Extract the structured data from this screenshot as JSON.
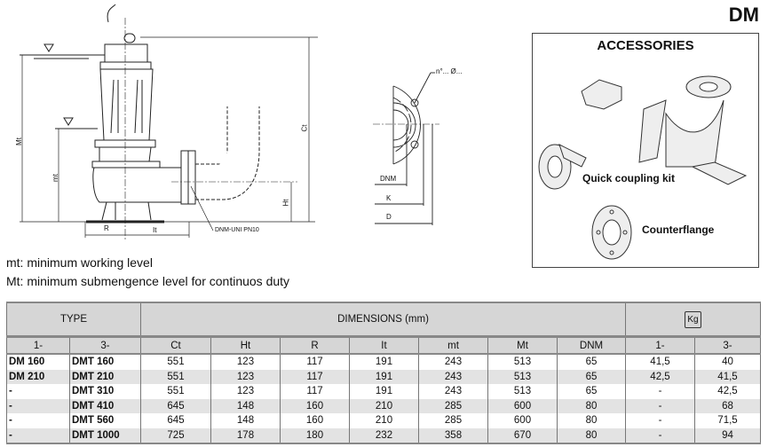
{
  "series_title": "DM",
  "drawing_labels": {
    "Mt": "Mt",
    "mt": "mt",
    "Ct": "Ct",
    "Ht": "Ht",
    "R": "R",
    "It": "It",
    "outlet": "DNM-UNI PN10",
    "holes": "n°... Ø...",
    "DNM": "DNM",
    "K": "K",
    "D": "D"
  },
  "accessories": {
    "title": "ACCESSORIES",
    "items": [
      "Quick coupling kit",
      "Counterflange"
    ]
  },
  "notes": [
    "mt: minimum working level",
    "Mt: minimum submengence level for continuos duty"
  ],
  "table": {
    "group_headers": {
      "type": "TYPE",
      "dimensions": "DIMENSIONS (mm)",
      "weight_icon": "Kg"
    },
    "columns": [
      "1-",
      "3-",
      "Ct",
      "Ht",
      "R",
      "It",
      "mt",
      "Mt",
      "DNM",
      "1-",
      "3-"
    ],
    "rows": [
      [
        "DM 160",
        "DMT 160",
        "551",
        "123",
        "117",
        "191",
        "243",
        "513",
        "65",
        "41,5",
        "40"
      ],
      [
        "DM 210",
        "DMT 210",
        "551",
        "123",
        "117",
        "191",
        "243",
        "513",
        "65",
        "42,5",
        "41,5"
      ],
      [
        "-",
        "DMT 310",
        "551",
        "123",
        "117",
        "191",
        "243",
        "513",
        "65",
        "-",
        "42,5"
      ],
      [
        "-",
        "DMT 410",
        "645",
        "148",
        "160",
        "210",
        "285",
        "600",
        "80",
        "-",
        "68"
      ],
      [
        "-",
        "DMT 560",
        "645",
        "148",
        "160",
        "210",
        "285",
        "600",
        "80",
        "-",
        "71,5"
      ],
      [
        "-",
        "DMT 1000",
        "725",
        "178",
        "180",
        "232",
        "358",
        "670",
        "80",
        "-",
        "94"
      ]
    ]
  }
}
